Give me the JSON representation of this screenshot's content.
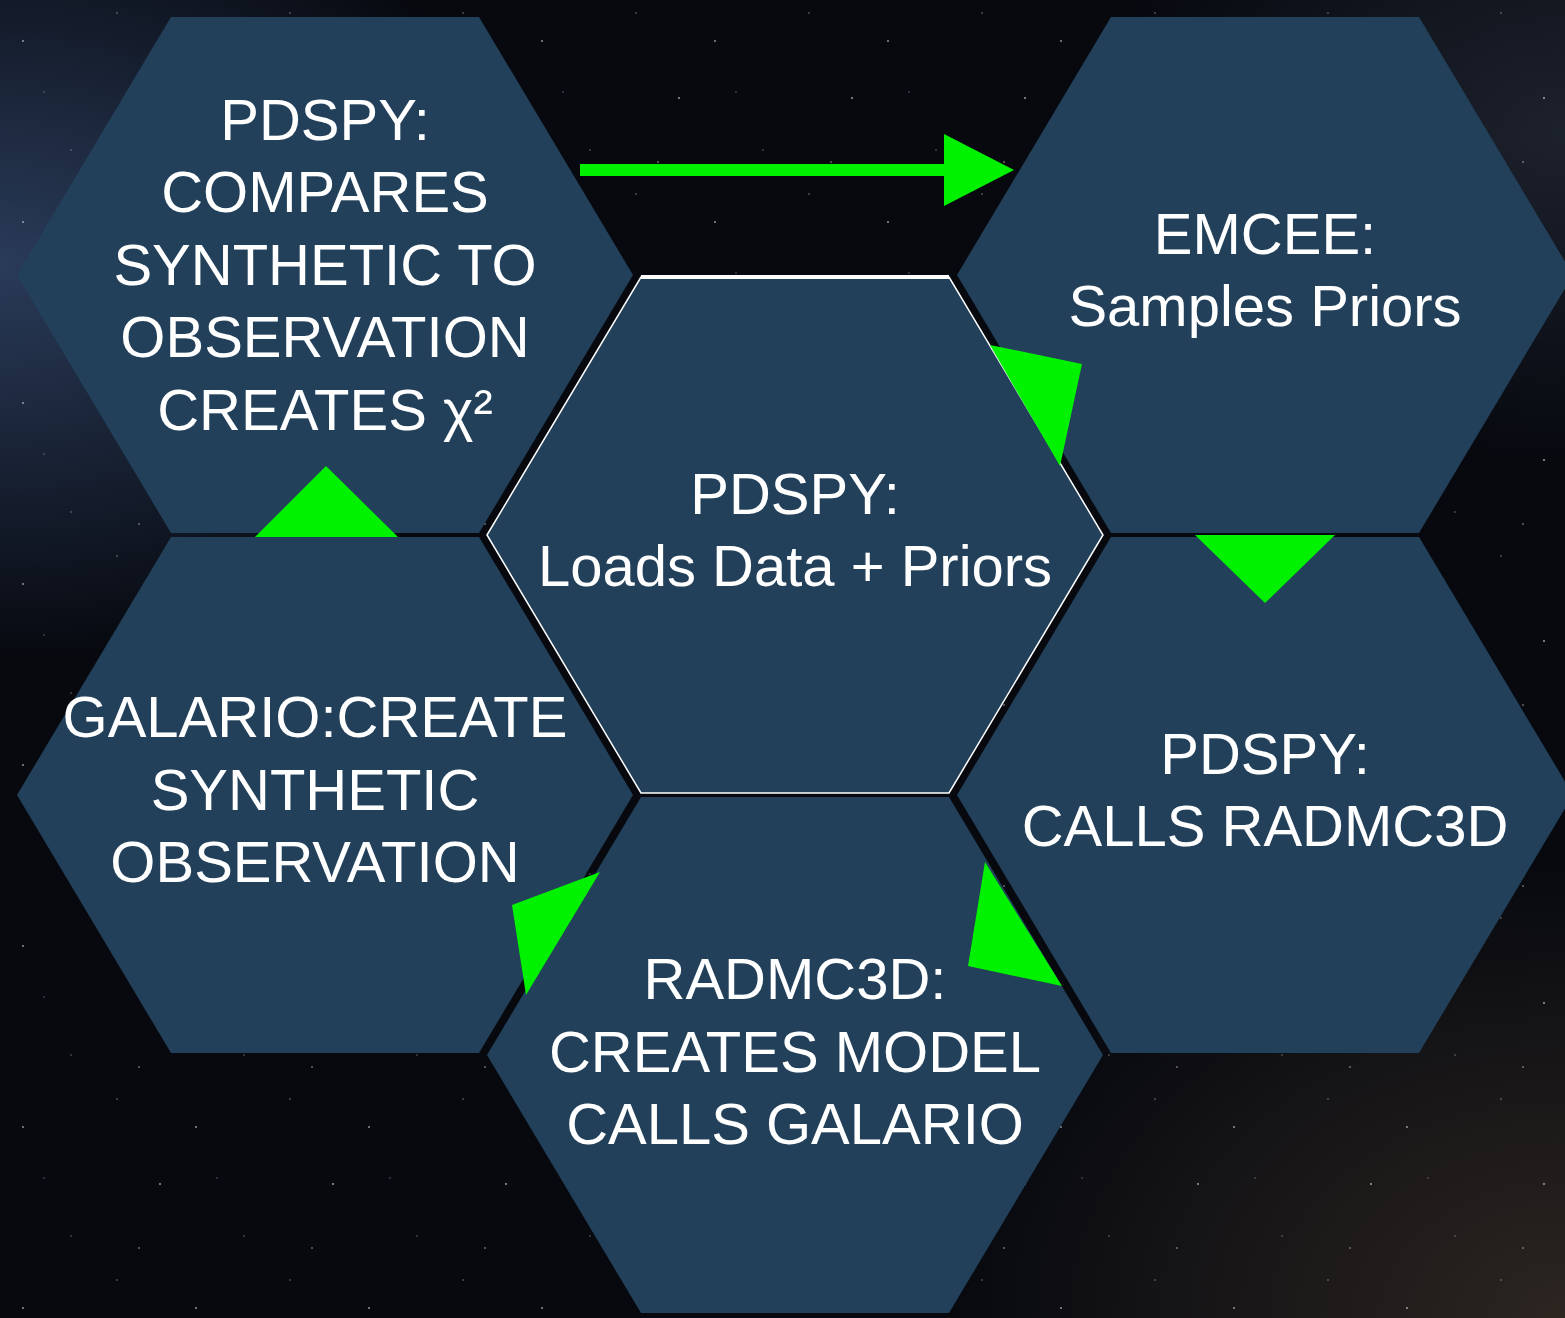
{
  "diagram": {
    "nodes": [
      {
        "text": [
          "PDSPY:",
          "COMPARES SYNTHETIC TO OBSERVATION CREATES χ²"
        ]
      },
      {
        "text": [
          "EMCEE:",
          "Samples Priors"
        ]
      },
      {
        "text": [
          "PDSPY:",
          "Loads Data + Priors"
        ]
      },
      {
        "text": [
          "GALARIO:CREATE SYNTHETIC OBSERVATION"
        ]
      },
      {
        "text": [
          "PDSPY:",
          "CALLS RADMC3D"
        ]
      },
      {
        "text": [
          "RADMC3D:",
          "CREATES MODEL CALLS GALARIO"
        ]
      }
    ],
    "edges": [
      {
        "from": 0,
        "to": 1,
        "arrow": "to"
      },
      {
        "from": 2,
        "to": 1,
        "arrow": "to"
      },
      {
        "from": 1,
        "to": 4,
        "arrow": "to"
      },
      {
        "from": 4,
        "to": 5,
        "arrow": "to"
      },
      {
        "from": 5,
        "to": 3,
        "arrow": "to"
      },
      {
        "from": 3,
        "to": 0,
        "arrow": "to"
      }
    ]
  }
}
